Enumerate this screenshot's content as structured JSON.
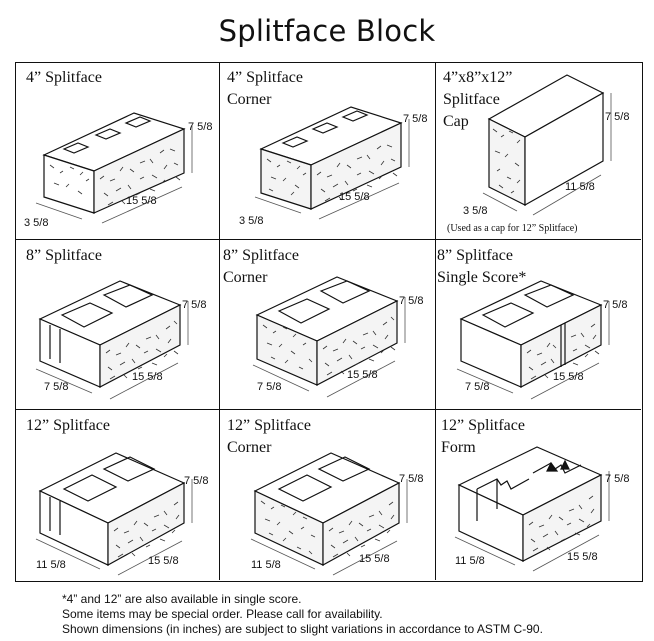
{
  "title": "Splitface Block",
  "cells": [
    {
      "label": "4” Splitface",
      "dims": {
        "h": "7 5/8",
        "l": "15 5/8",
        "w": "3 5/8"
      }
    },
    {
      "label": "4” Splitface\nCorner",
      "dims": {
        "h": "7 5/8",
        "l": "15 5/8",
        "w": "3 5/8"
      }
    },
    {
      "label": "4”x8”x12”\nSplitface\nCap",
      "dims": {
        "h": "7 5/8",
        "l": "11 5/8",
        "w": "3 5/8"
      },
      "note": "(Used as a cap for 12” Splitface)"
    },
    {
      "label": "8” Splitface",
      "dims": {
        "h": "7 5/8",
        "l": "15 5/8",
        "w": "7 5/8"
      }
    },
    {
      "label": "8” Splitface\nCorner",
      "dims": {
        "h": "7 5/8",
        "l": "15 5/8",
        "w": "7 5/8"
      }
    },
    {
      "label": "8” Splitface\nSingle Score*",
      "dims": {
        "h": "7 5/8",
        "l": "15 5/8",
        "w": "7 5/8"
      }
    },
    {
      "label": "12” Splitface",
      "dims": {
        "h": "7 5/8",
        "l": "15 5/8",
        "w": "11 5/8"
      }
    },
    {
      "label": "12” Splitface\nCorner",
      "dims": {
        "h": "7 5/8",
        "l": "15 5/8",
        "w": "11 5/8"
      }
    },
    {
      "label": "12” Splitface\nForm",
      "dims": {
        "h": "7 5/8",
        "l": "15 5/8",
        "w": "11 5/8"
      }
    }
  ],
  "footer": [
    "*4” and 12” are also available in single score.",
    "Some items may be special order.  Please call for availability.",
    "Shown dimensions (in inches) are subject to slight variations in accordance to ASTM C-90."
  ]
}
